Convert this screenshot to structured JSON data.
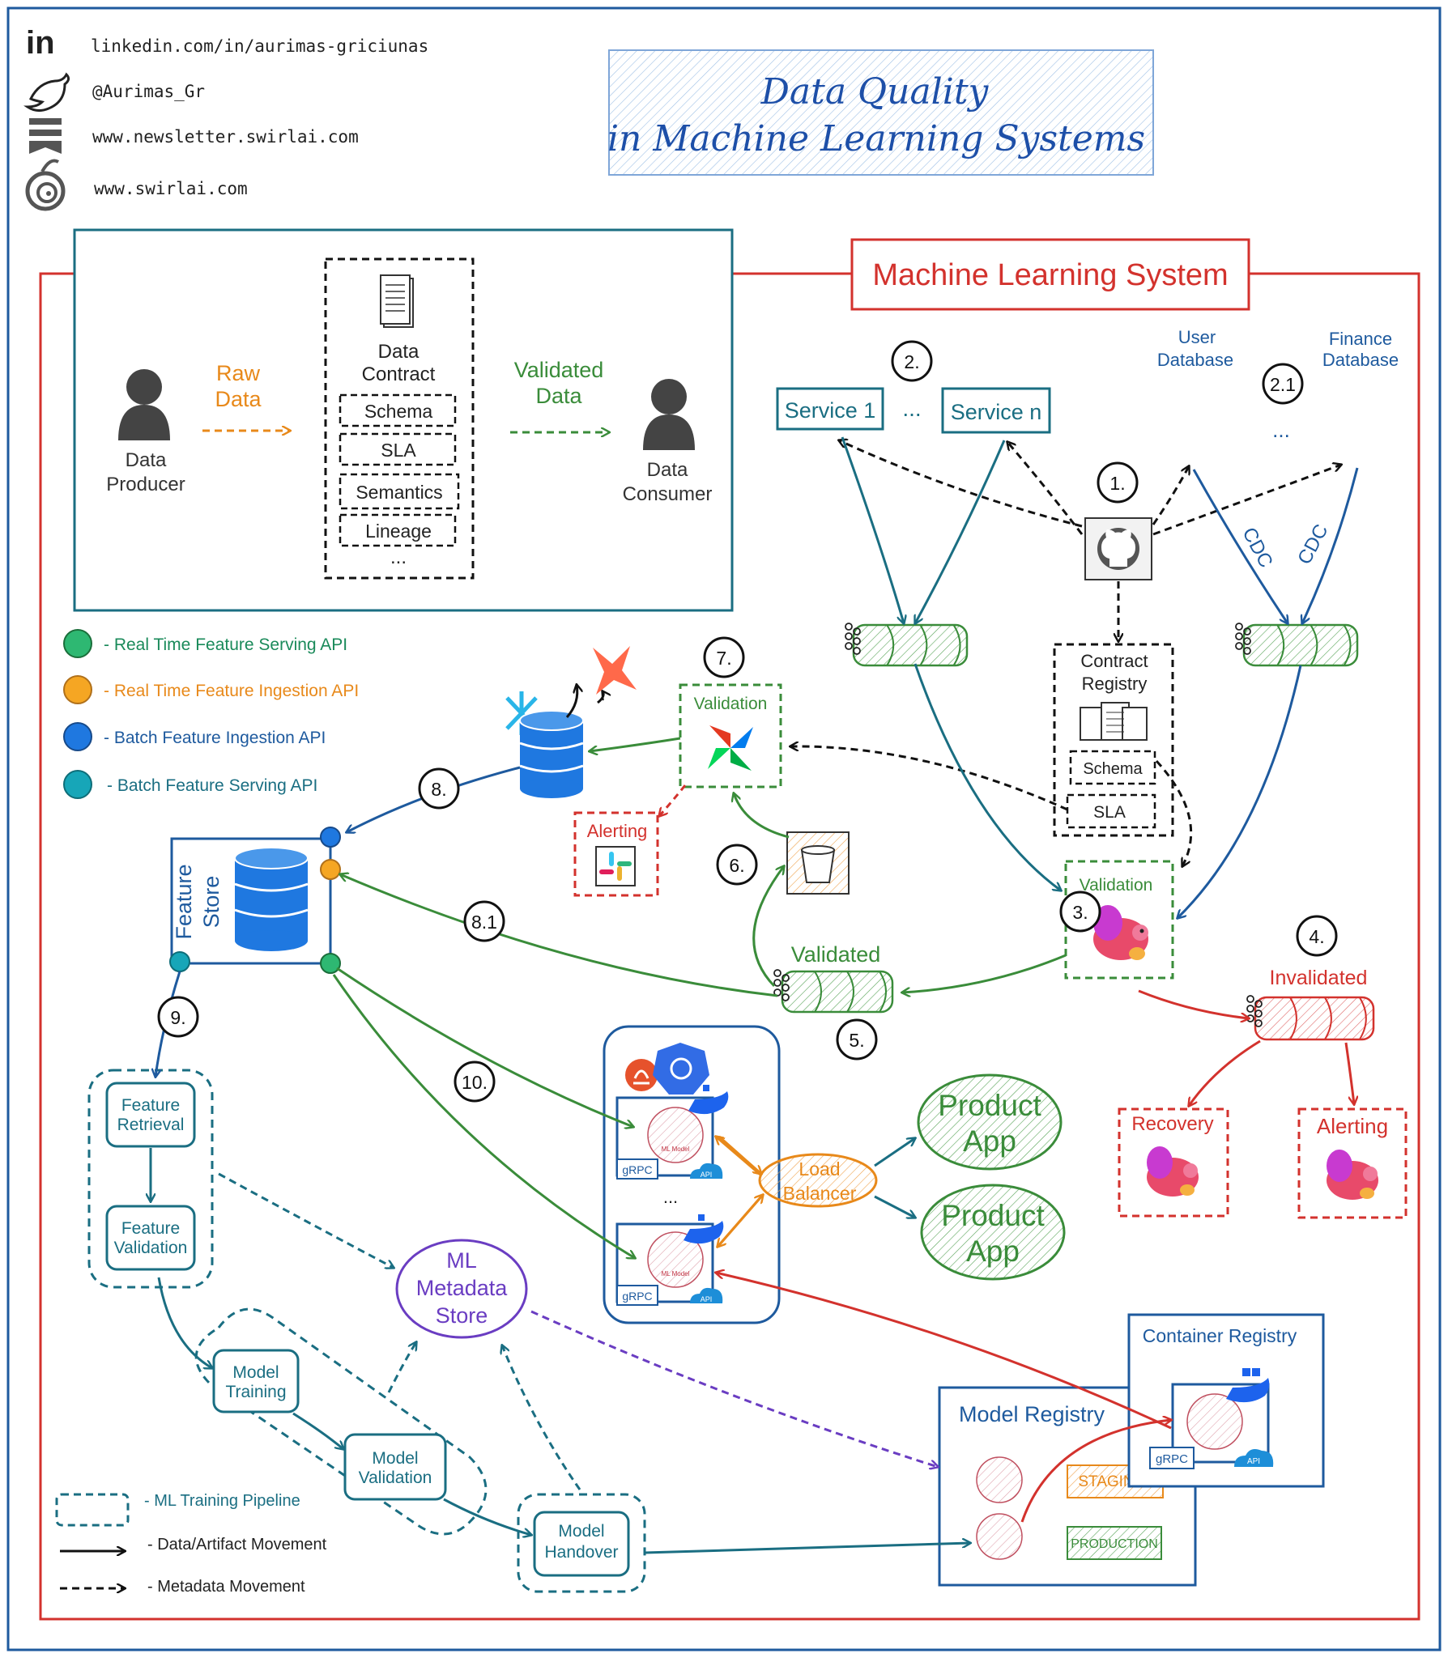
{
  "header": {
    "linkedin": "linkedin.com/in/aurimas-griciunas",
    "twitter": "@Aurimas_Gr",
    "newsletter": "www.newsletter.swirlai.com",
    "website": "www.swirlai.com"
  },
  "title": {
    "line1": "Data Quality",
    "line2": "in Machine Learning Systems"
  },
  "contract_panel": {
    "producer_l1": "Data",
    "producer_l2": "Producer",
    "raw_l1": "Raw",
    "raw_l2": "Data",
    "contract_l1": "Data",
    "contract_l2": "Contract",
    "schema": "Schema",
    "sla": "SLA",
    "semantics": "Semantics",
    "lineage": "Lineage",
    "ellipsis": "...",
    "validated_l1": "Validated",
    "validated_l2": "Data",
    "consumer_l1": "Data",
    "consumer_l2": "Consumer"
  },
  "system_title": "Machine Learning System",
  "legend_apis": {
    "rt_serving": "- Real Time Feature Serving API",
    "rt_ingestion": "- Real Time Feature Ingestion API",
    "batch_ingestion": "- Batch Feature Ingestion API",
    "batch_serving": "- Batch Feature Serving API"
  },
  "steps": {
    "s1": "1.",
    "s2": "2.",
    "s21": "2.1",
    "s3": "3.",
    "s4": "4.",
    "s5": "5.",
    "s6": "6.",
    "s7": "7.",
    "s8": "8.",
    "s81": "8.1",
    "s9": "9.",
    "s10": "10."
  },
  "services": {
    "service1": "Service 1",
    "dots": "...",
    "servicen": "Service n"
  },
  "databases": {
    "user_l1": "User",
    "user_l2": "Database",
    "finance_l1": "Finance",
    "finance_l2": "Database",
    "dots": "..."
  },
  "cdc": "CDC",
  "registry": {
    "l1": "Contract",
    "l2": "Registry",
    "schema": "Schema",
    "sla": "SLA"
  },
  "validation": "Validation",
  "validated": "Validated",
  "invalidated": "Invalidated",
  "recovery": "Recovery",
  "alerting": "Alerting",
  "feature_store": {
    "l1": "Feature",
    "l2": "Store"
  },
  "pipeline": {
    "retrieval_l1": "Feature",
    "retrieval_l2": "Retrieval",
    "fvalidation_l1": "Feature",
    "fvalidation_l2": "Validation",
    "training_l1": "Model",
    "training_l2": "Training",
    "mvalidation_l1": "Model",
    "mvalidation_l2": "Validation",
    "handover_l1": "Model",
    "handover_l2": "Handover"
  },
  "ml_metadata": {
    "l1": "ML",
    "l2": "Metadata",
    "l3": "Store"
  },
  "serving": {
    "grpc": "gRPC",
    "ml_model": "ML Model",
    "api": "API",
    "dots": "...",
    "lb_l1": "Load",
    "lb_l2": "Balancer",
    "product_l1": "Product",
    "product_l2": "App"
  },
  "model_registry": "Model Registry",
  "container_registry": "Container Registry",
  "staging": "STAGIN",
  "production": "PRODUCTION",
  "legend_bottom": {
    "pipeline": "- ML Training Pipeline",
    "data": "- Data/Artifact Movement",
    "meta": "- Metadata Movement"
  },
  "colors": {
    "frame_blue": "#1e5a9e",
    "system_red": "#d3322d",
    "teal": "#1a6e82",
    "green": "#3a8c3a",
    "orange": "#e8891a",
    "purple": "#6a3dc2",
    "db_blue": "#1f78e0"
  }
}
